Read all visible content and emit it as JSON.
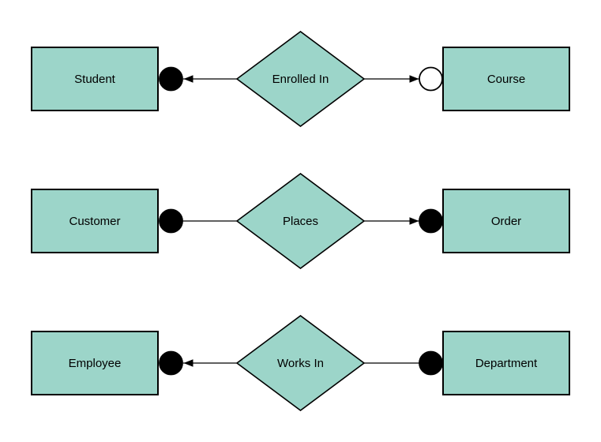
{
  "diagram": {
    "type": "er-diagram",
    "background_color": "#ffffff",
    "colors": {
      "shape_fill": "#9cd5c9",
      "shape_stroke": "#000000",
      "line_color": "#000000",
      "text_color": "#000000",
      "marker_filled_fill": "#000000",
      "marker_open_fill": "#ffffff"
    },
    "rows": [
      {
        "left_entity": {
          "label": "Student"
        },
        "relationship": {
          "label": "Enrolled In"
        },
        "right_entity": {
          "label": "Course"
        },
        "left_marker": {
          "type": "filled-circle",
          "fill": "#000000",
          "arrowhead": "pointing-left"
        },
        "right_marker": {
          "type": "open-circle",
          "fill": "#ffffff",
          "arrowhead": "pointing-right"
        }
      },
      {
        "left_entity": {
          "label": "Customer"
        },
        "relationship": {
          "label": "Places"
        },
        "right_entity": {
          "label": "Order"
        },
        "left_marker": {
          "type": "filled-circle",
          "fill": "#000000",
          "arrowhead": "none"
        },
        "right_marker": {
          "type": "filled-circle",
          "fill": "#000000",
          "arrowhead": "pointing-right"
        }
      },
      {
        "left_entity": {
          "label": "Employee"
        },
        "relationship": {
          "label": "Works In"
        },
        "right_entity": {
          "label": "Department"
        },
        "left_marker": {
          "type": "filled-circle",
          "fill": "#000000",
          "arrowhead": "pointing-left"
        },
        "right_marker": {
          "type": "filled-circle",
          "fill": "#000000",
          "arrowhead": "none"
        }
      }
    ]
  }
}
